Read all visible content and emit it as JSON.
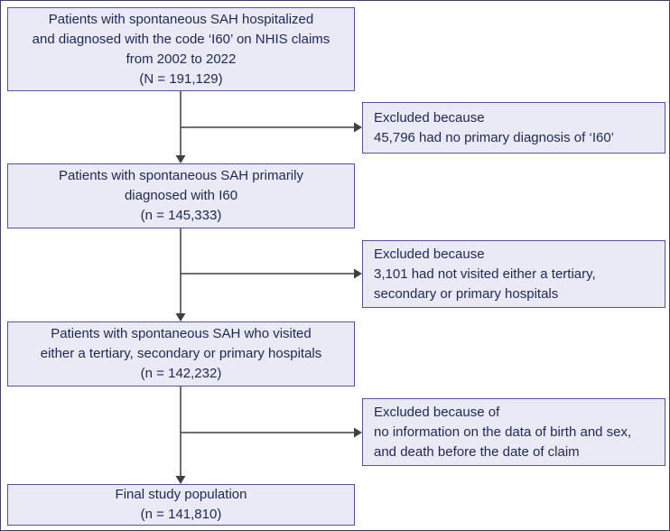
{
  "diagram": {
    "type": "patient-flow-chart",
    "boxes": {
      "initial_cohort": {
        "text": "Patients with spontaneous SAH hospitalized\nand diagnosed with the code ‘I60’ on NHIS claims\nfrom 2002 to 2022\n(N = 191,129)"
      },
      "excluded_1": {
        "text": "Excluded because\n45,796 had no primary diagnosis of ‘I60’"
      },
      "primary_dx": {
        "text": "Patients with spontaneous SAH primarily\ndiagnosed with I60\n(n = 145,333)"
      },
      "excluded_2": {
        "text": "Excluded because\n3,101 had not visited either a tertiary,\nsecondary or primary hospitals"
      },
      "hospital_visit": {
        "text": "Patients with spontaneous SAH who visited\neither a tertiary, secondary or primary hospitals\n(n = 142,232)"
      },
      "excluded_3": {
        "text": "Excluded because of\nno information on the data of birth and sex,\nand death before the date of claim"
      },
      "final_population": {
        "text": "Final study population\n(n = 141,810)"
      }
    },
    "counts": {
      "initial_N": "191,129",
      "excluded_no_primary_dx": "45,796",
      "after_primary_dx_n": "145,333",
      "excluded_no_hospital_visit": "3,101",
      "after_hospital_visit_n": "142,232",
      "final_n": "141,810"
    },
    "colors": {
      "box_fill": "#eae9f6",
      "box_border": "#54549e",
      "text": "#1c2957",
      "arrow": "#3f3f3f",
      "frame_border": "#3e3e66"
    }
  }
}
